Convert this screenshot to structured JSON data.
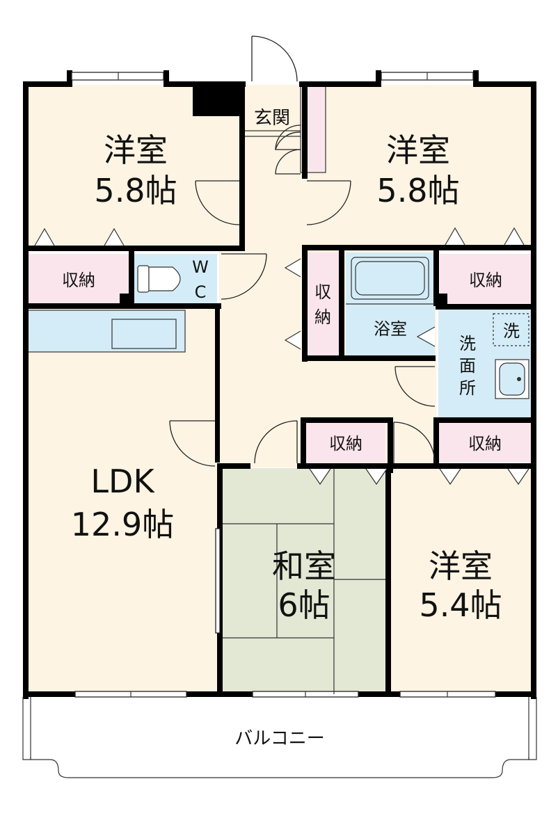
{
  "floorplan": {
    "rooms": {
      "western_nw": {
        "name": "洋室",
        "size": "5.8帖"
      },
      "western_ne": {
        "name": "洋室",
        "size": "5.8帖"
      },
      "western_se": {
        "name": "洋室",
        "size": "5.4帖"
      },
      "japanese": {
        "name": "和室",
        "size": "6帖"
      },
      "ldk": {
        "name": "LDK",
        "size": "12.9帖"
      },
      "entrance": {
        "label": "玄関"
      },
      "bathroom": {
        "label": "浴室"
      },
      "washroom": {
        "label_chars": [
          "洗",
          "面",
          "所"
        ]
      },
      "toilet": {
        "label_chars": [
          "W",
          "C"
        ]
      },
      "washer_mark": {
        "label": "洗"
      },
      "balcony": {
        "label": "バルコニー"
      }
    },
    "storage": {
      "label": "収納",
      "vertical_chars": [
        "収",
        "納"
      ]
    },
    "colors": {
      "room_floor": "#fdf4e3",
      "storage": "#fbe5ec",
      "water_area": "#d4ecf7",
      "tatami": "#e3e8d5",
      "wall": "#000000",
      "outline": "#333333"
    }
  }
}
